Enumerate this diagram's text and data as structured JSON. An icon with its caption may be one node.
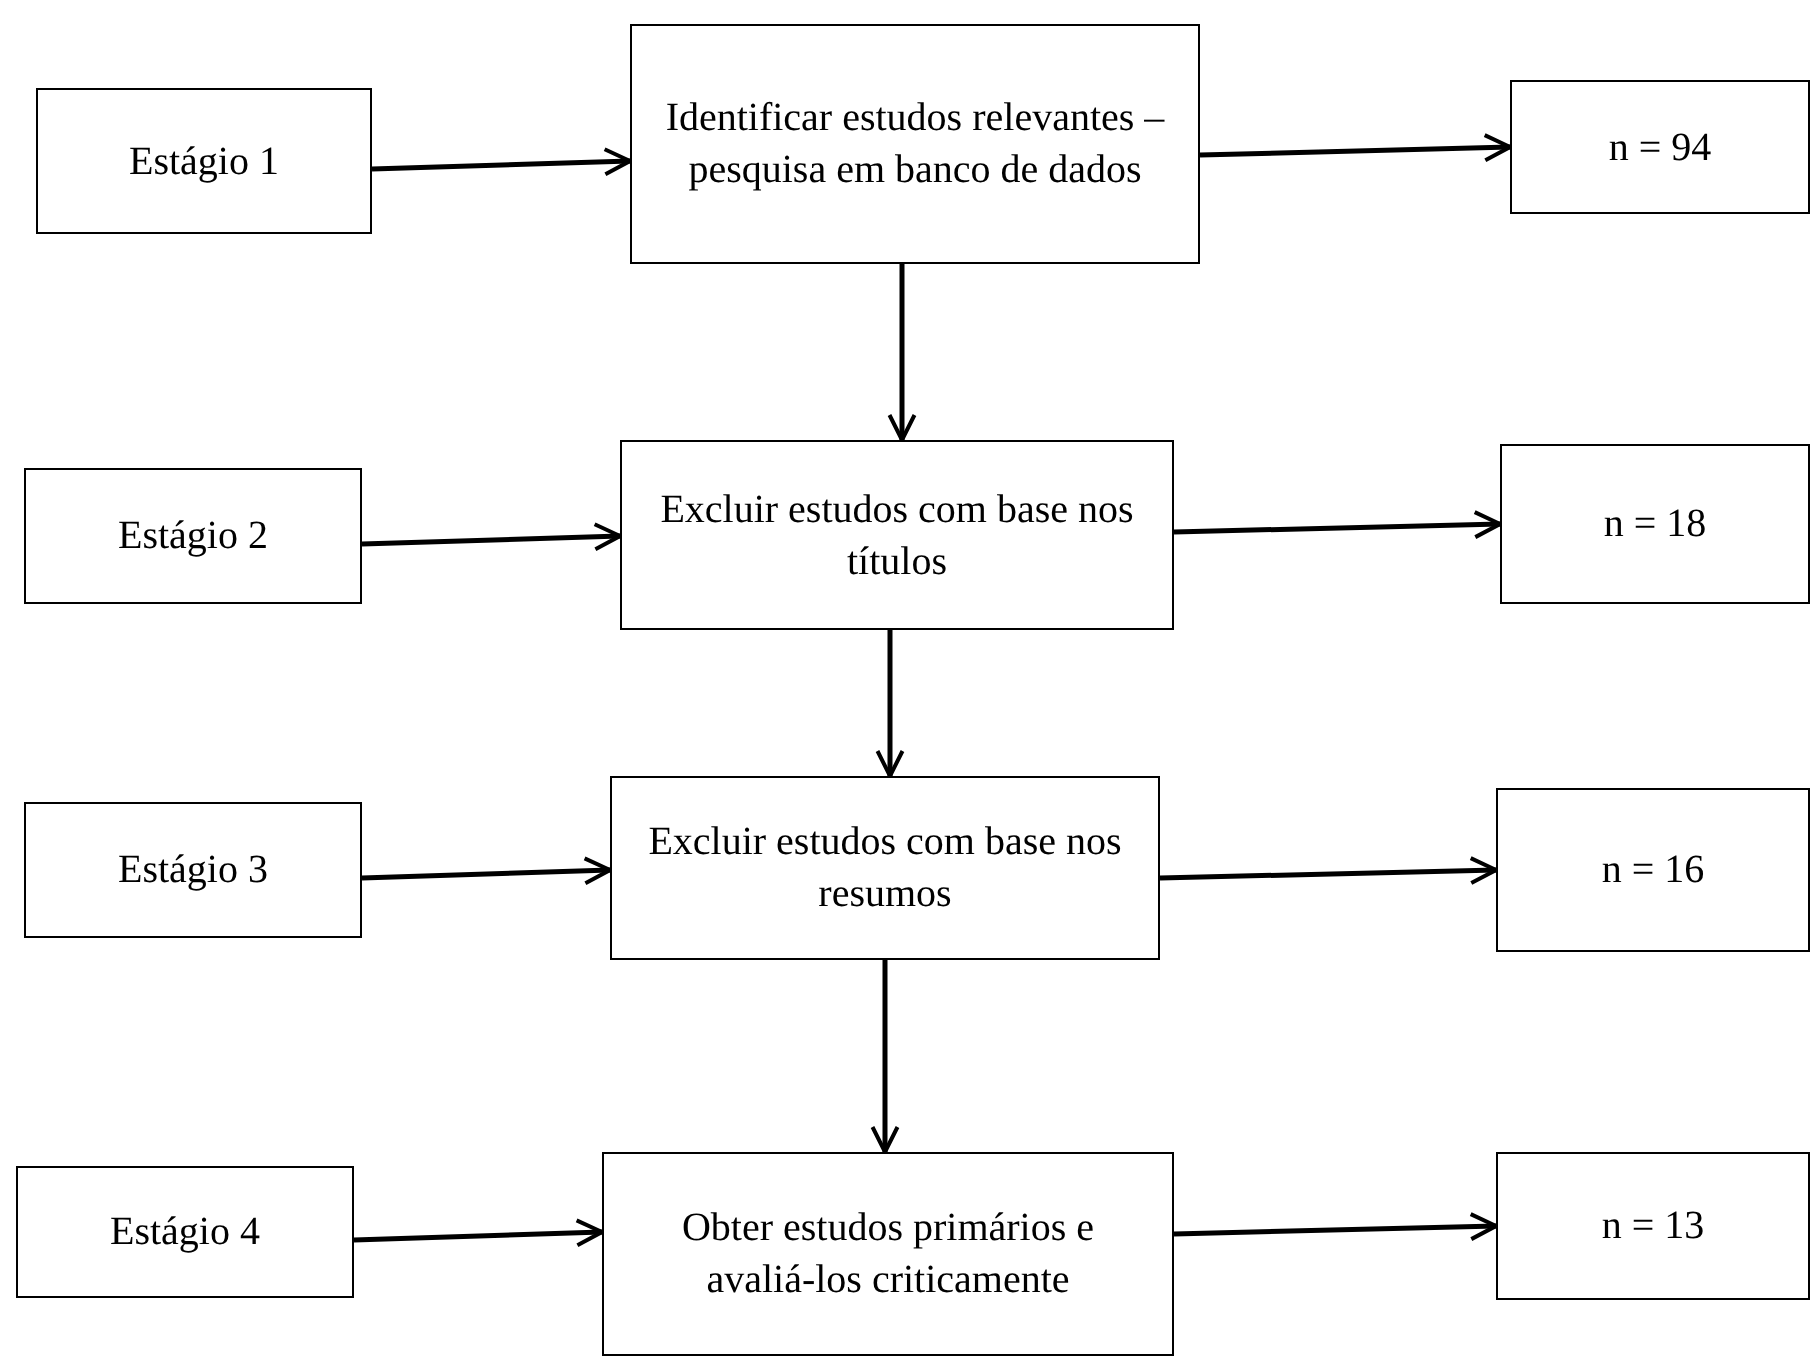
{
  "diagram": {
    "nodes": [
      {
        "text": [
          "Estágio 1"
        ]
      },
      {
        "text": [
          "Identificar estudos relevantes – pesquisa em banco de dados"
        ]
      },
      {
        "text": [
          "n = 94"
        ]
      },
      {
        "text": [
          "Estágio 2"
        ]
      },
      {
        "text": [
          "Excluir estudos com base nos títulos"
        ]
      },
      {
        "text": [
          "n = 18"
        ]
      },
      {
        "text": [
          "Estágio 3"
        ]
      },
      {
        "text": [
          "Excluir estudos com base nos resumos"
        ]
      },
      {
        "text": [
          "n = 16"
        ]
      },
      {
        "text": [
          "Estágio 4"
        ]
      },
      {
        "text": [
          "Obter estudos primários e avaliá-los criticamente"
        ]
      },
      {
        "text": [
          "n = 13"
        ]
      }
    ],
    "edges": [
      {
        "from": 0,
        "to": 1,
        "arrow": "to"
      },
      {
        "from": 1,
        "to": 2,
        "arrow": "to"
      },
      {
        "from": 1,
        "to": 4,
        "arrow": "to"
      },
      {
        "from": 3,
        "to": 4,
        "arrow": "to"
      },
      {
        "from": 4,
        "to": 5,
        "arrow": "to"
      },
      {
        "from": 4,
        "to": 7,
        "arrow": "to"
      },
      {
        "from": 6,
        "to": 7,
        "arrow": "to"
      },
      {
        "from": 7,
        "to": 8,
        "arrow": "to"
      },
      {
        "from": 7,
        "to": 10,
        "arrow": "to"
      },
      {
        "from": 9,
        "to": 10,
        "arrow": "to"
      },
      {
        "from": 10,
        "to": 11,
        "arrow": "to"
      }
    ]
  }
}
